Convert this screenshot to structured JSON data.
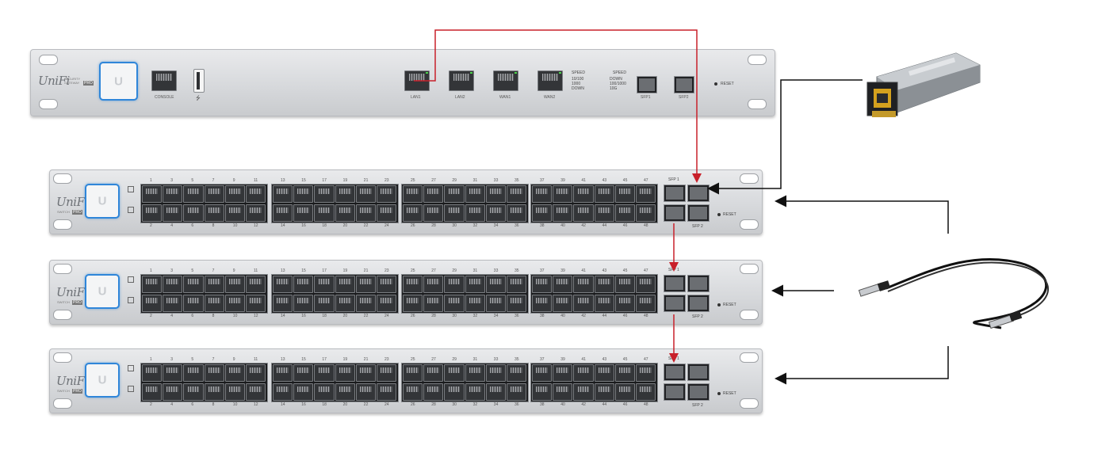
{
  "gateway": {
    "brand": "UniFi",
    "model_line": "SECURITY GATEWAY",
    "badge": "PRO",
    "ports": [
      "CONSOLE",
      "LAN1",
      "LAN2",
      "WAN1",
      "WAN2",
      "SFP1",
      "SFP2"
    ],
    "speed_legend": {
      "heading": "SPEED",
      "items": [
        "10/100",
        "1000",
        "DOWN"
      ]
    },
    "sfp_speed_legend": {
      "heading": "SPEED",
      "items": [
        "DOWN",
        "100/1000",
        "10G"
      ]
    },
    "reset_label": "RESET"
  },
  "switches": [
    {
      "brand": "UniFi",
      "model_line": "SWITCH",
      "badge": "PRO",
      "top_numbers": [
        "1",
        "3",
        "5",
        "7",
        "9",
        "11",
        "13",
        "15",
        "17",
        "19",
        "21",
        "23",
        "25",
        "27",
        "29",
        "31",
        "33",
        "35",
        "37",
        "39",
        "41",
        "43",
        "45",
        "47"
      ],
      "bottom_numbers": [
        "2",
        "4",
        "6",
        "8",
        "10",
        "12",
        "14",
        "16",
        "18",
        "20",
        "22",
        "24",
        "26",
        "28",
        "30",
        "32",
        "34",
        "36",
        "38",
        "40",
        "42",
        "44",
        "46",
        "48"
      ],
      "sfp_labels": [
        "SFP 1",
        "SFP 2"
      ],
      "reset_label": "RESET"
    },
    {
      "brand": "UniFi",
      "model_line": "SWITCH",
      "badge": "PRO",
      "top_numbers": [
        "1",
        "3",
        "5",
        "7",
        "9",
        "11",
        "13",
        "15",
        "17",
        "19",
        "21",
        "23",
        "25",
        "27",
        "29",
        "31",
        "33",
        "35",
        "37",
        "39",
        "41",
        "43",
        "45",
        "47"
      ],
      "bottom_numbers": [
        "2",
        "4",
        "6",
        "8",
        "10",
        "12",
        "14",
        "16",
        "18",
        "20",
        "22",
        "24",
        "26",
        "28",
        "30",
        "32",
        "34",
        "36",
        "38",
        "40",
        "42",
        "44",
        "46",
        "48"
      ],
      "sfp_labels": [
        "SFP 1",
        "SFP 2"
      ],
      "reset_label": "RESET"
    },
    {
      "brand": "UniFi",
      "model_line": "SWITCH",
      "badge": "PRO",
      "top_numbers": [
        "1",
        "3",
        "5",
        "7",
        "9",
        "11",
        "13",
        "15",
        "17",
        "19",
        "21",
        "23",
        "25",
        "27",
        "29",
        "31",
        "33",
        "35",
        "37",
        "39",
        "41",
        "43",
        "45",
        "47"
      ],
      "bottom_numbers": [
        "2",
        "4",
        "6",
        "8",
        "10",
        "12",
        "14",
        "16",
        "18",
        "20",
        "22",
        "24",
        "26",
        "28",
        "30",
        "32",
        "34",
        "36",
        "38",
        "40",
        "42",
        "44",
        "46",
        "48"
      ],
      "sfp_labels": [
        "SFP 1",
        "SFP 2"
      ],
      "reset_label": "RESET"
    }
  ],
  "colors": {
    "link_red": "#c8202a",
    "link_black": "#111111",
    "accent_blue": "#2f86d9",
    "port_led_green": "#4cd34c"
  },
  "accessories": {
    "rj45_sfp_module": "rj45-sfp-module-icon",
    "dac_cable": "sfp-dac-cable-icon"
  }
}
